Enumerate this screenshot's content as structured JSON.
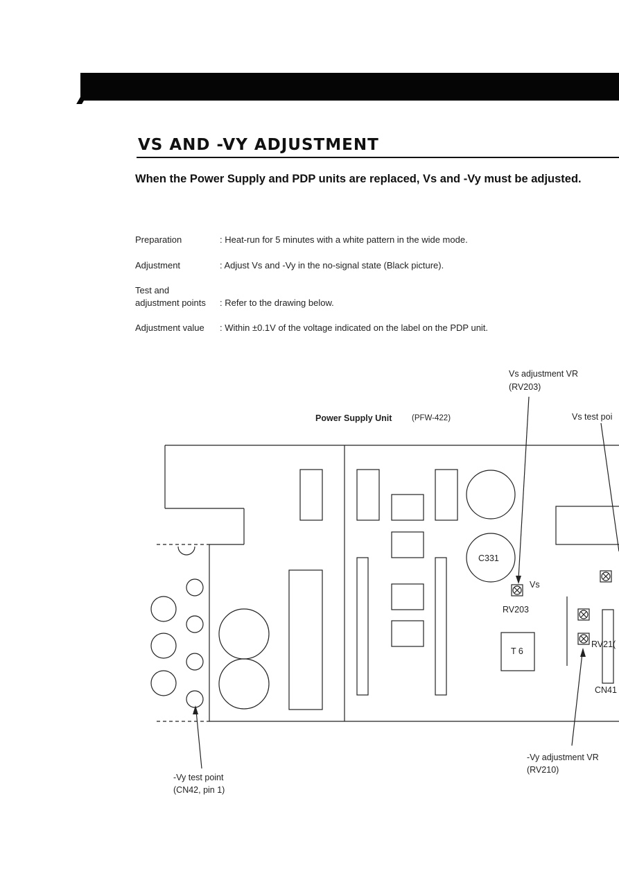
{
  "title": "VS AND -VY ADJUSTMENT",
  "subtitle": "When the Power Supply and PDP units are replaced, Vs and -Vy must be adjusted.",
  "specs": [
    {
      "label": "Preparation",
      "value": ": Heat-run for 5 minutes with a white pattern in the wide mode."
    },
    {
      "label": "Adjustment",
      "value": ": Adjust Vs and -Vy in the no-signal state (Black picture)."
    },
    {
      "label": "Test and",
      "value": ""
    },
    {
      "label": "adjustment points",
      "value": ": Refer to the drawing below."
    },
    {
      "label": "Adjustment value",
      "value": ": Within ±0.1V of the voltage indicated on the label on the PDP unit."
    }
  ],
  "diagram": {
    "unit_name": "Power Supply Unit",
    "unit_model": "(PFW-422)",
    "vs_vr_label_1": "Vs adjustment VR",
    "vs_vr_label_2": "(RV203)",
    "vs_test_label": "Vs test poi",
    "c331": "C331",
    "vs_marker": "Vs",
    "rv203": "RV203",
    "t6": "T 6",
    "rv21": "RV21(",
    "cn41": "CN41",
    "vy_test_label_1": "-Vy test point",
    "vy_test_label_2": "(CN42, pin 1)",
    "vy_vr_label_1": "-Vy adjustment VR",
    "vy_vr_label_2": "(RV210)"
  }
}
